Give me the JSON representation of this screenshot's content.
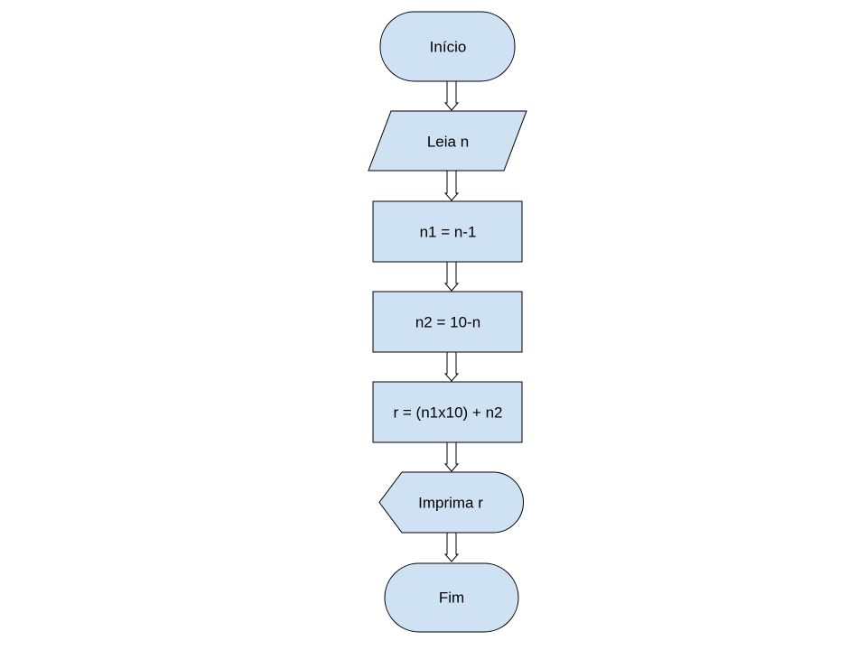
{
  "diagram": {
    "nodes": [
      {
        "id": "inicio",
        "shape": "terminator",
        "label": "Início"
      },
      {
        "id": "leia",
        "shape": "input",
        "label": "Leia n"
      },
      {
        "id": "n1",
        "shape": "process",
        "label": "n1 = n-1"
      },
      {
        "id": "n2",
        "shape": "process",
        "label": "n2 = 10-n"
      },
      {
        "id": "r",
        "shape": "process",
        "label": "r = (n1x10) + n2"
      },
      {
        "id": "imprima",
        "shape": "display",
        "label": "Imprima r"
      },
      {
        "id": "fim",
        "shape": "terminator",
        "label": "Fim"
      }
    ],
    "edges": [
      {
        "from": "inicio",
        "to": "leia"
      },
      {
        "from": "leia",
        "to": "n1"
      },
      {
        "from": "n1",
        "to": "n2"
      },
      {
        "from": "n2",
        "to": "r"
      },
      {
        "from": "r",
        "to": "imprima"
      },
      {
        "from": "imprima",
        "to": "fim"
      }
    ],
    "colors": {
      "node_fill": "#cfe2f3",
      "stroke": "#000000",
      "arrow_fill": "#ffffff"
    }
  }
}
